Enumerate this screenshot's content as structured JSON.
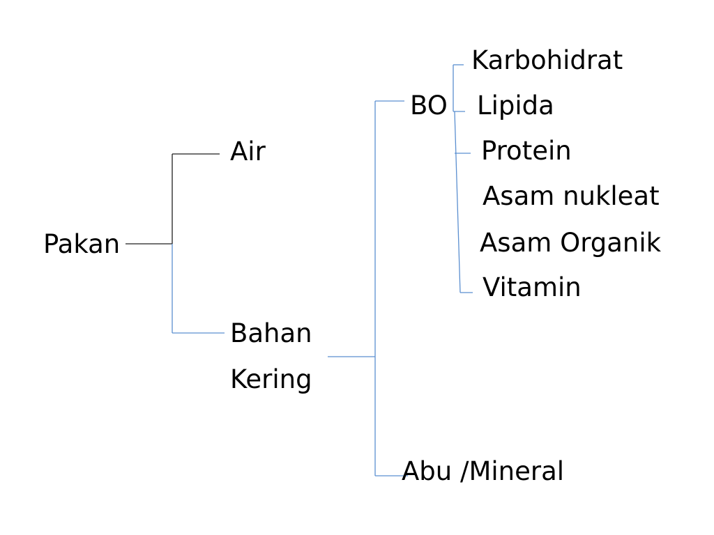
{
  "diagram": {
    "root": "Pakan",
    "level1": {
      "air": "Air",
      "bahan_kering_line1": "Bahan",
      "bahan_kering_line2": "Kering"
    },
    "level2": {
      "bo": "BO",
      "abu_mineral": "Abu /Mineral"
    },
    "bo_components": [
      "Karbohidrat",
      "Lipida",
      "Protein",
      "Asam nukleat",
      "Asam Organik",
      "Vitamin"
    ]
  },
  "colors": {
    "text": "#000000",
    "dark_connector": "#1f1f1f",
    "blue_connector": "#5b8fd0",
    "background": "#ffffff"
  }
}
